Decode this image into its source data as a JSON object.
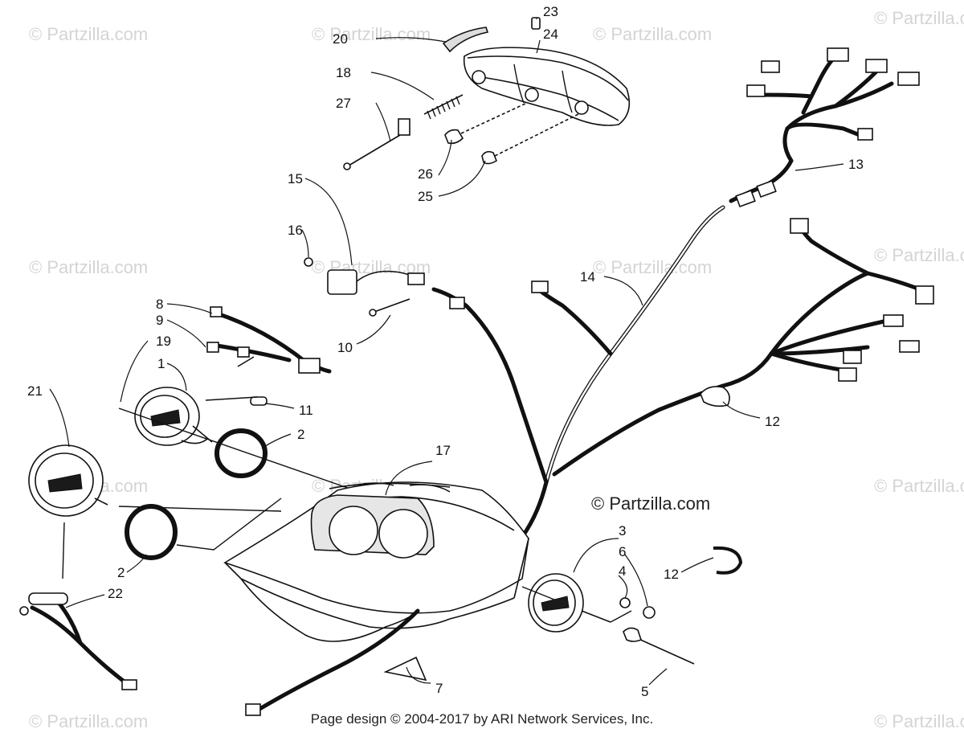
{
  "watermarks": {
    "small": "© Partzilla.com",
    "main": "© Partzilla.com"
  },
  "footer": {
    "text": "Page design © 2004-2017 by ARI Network Services, Inc."
  },
  "callouts": [
    {
      "id": "c20",
      "label": "20"
    },
    {
      "id": "c23",
      "label": "23"
    },
    {
      "id": "c24",
      "label": "24"
    },
    {
      "id": "c18",
      "label": "18"
    },
    {
      "id": "c27",
      "label": "27"
    },
    {
      "id": "c26",
      "label": "26"
    },
    {
      "id": "c25",
      "label": "25"
    },
    {
      "id": "c13",
      "label": "13"
    },
    {
      "id": "c15",
      "label": "15"
    },
    {
      "id": "c16",
      "label": "16"
    },
    {
      "id": "c14",
      "label": "14"
    },
    {
      "id": "c8",
      "label": "8"
    },
    {
      "id": "c9",
      "label": "9"
    },
    {
      "id": "c19",
      "label": "19"
    },
    {
      "id": "c10",
      "label": "10"
    },
    {
      "id": "c1",
      "label": "1"
    },
    {
      "id": "c11",
      "label": "11"
    },
    {
      "id": "c21",
      "label": "21"
    },
    {
      "id": "c2a",
      "label": "2"
    },
    {
      "id": "c12a",
      "label": "12"
    },
    {
      "id": "c17",
      "label": "17"
    },
    {
      "id": "c3",
      "label": "3"
    },
    {
      "id": "c6",
      "label": "6"
    },
    {
      "id": "c4",
      "label": "4"
    },
    {
      "id": "c12b",
      "label": "12"
    },
    {
      "id": "c2b",
      "label": "2"
    },
    {
      "id": "c22",
      "label": "22"
    },
    {
      "id": "c5",
      "label": "5"
    },
    {
      "id": "c7",
      "label": "7"
    }
  ]
}
